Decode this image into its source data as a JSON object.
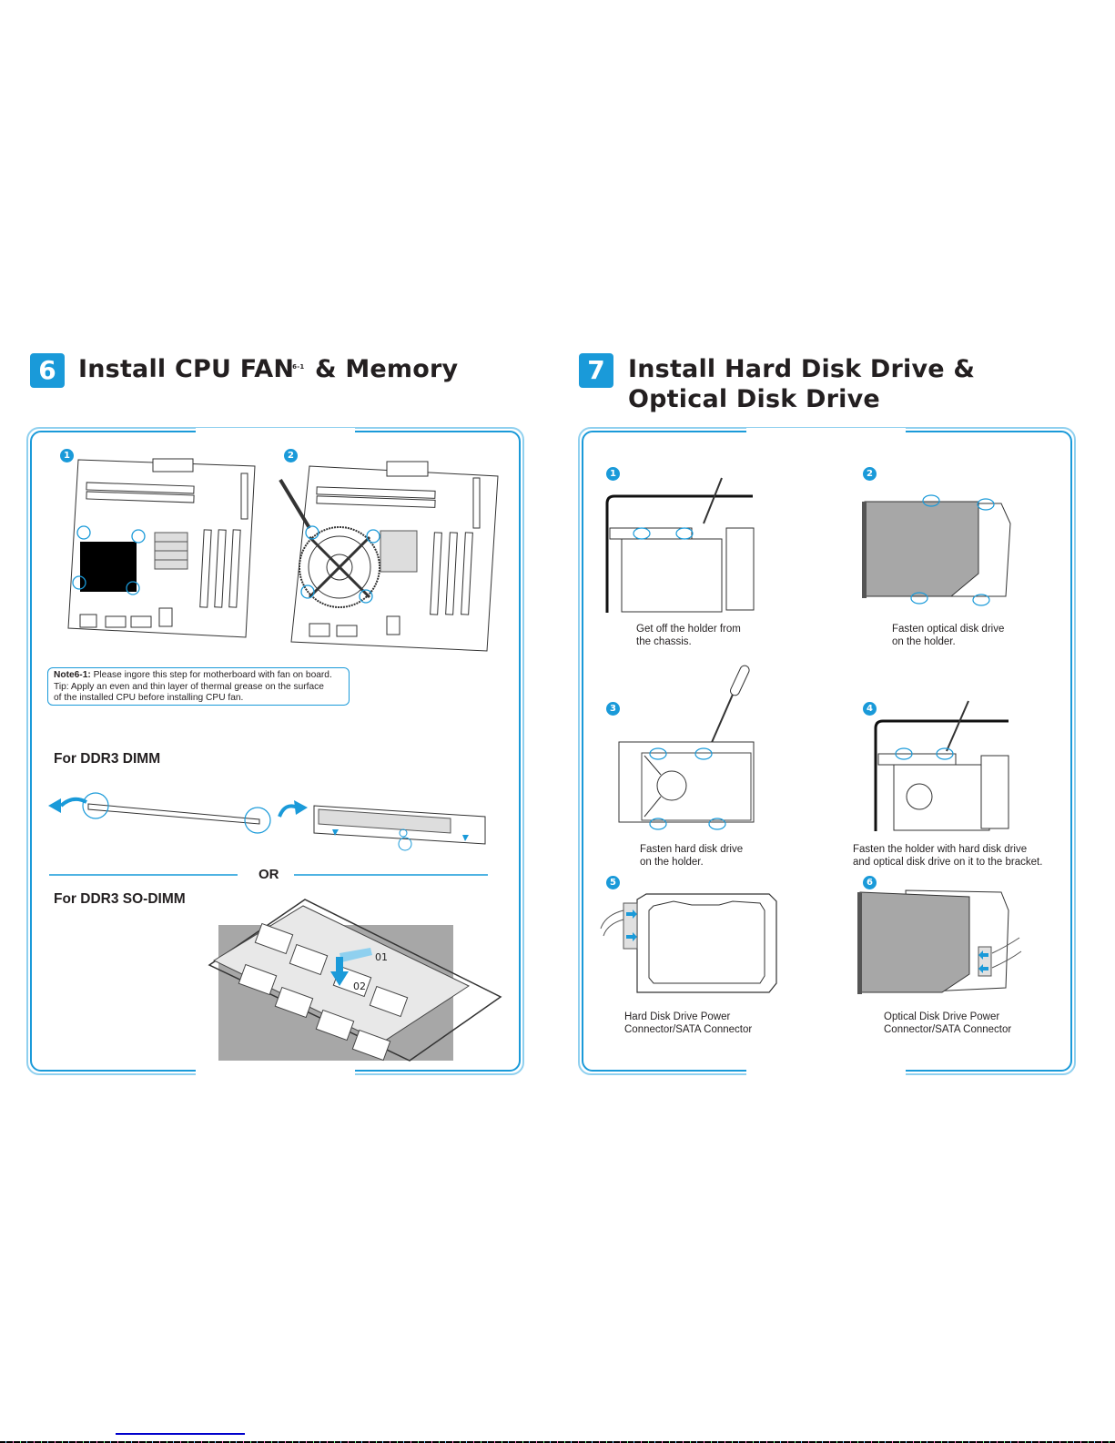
{
  "colors": {
    "accent": "#1a9ad9",
    "accent_light": "#8fd0ef",
    "text": "#231f20",
    "drive_gray": "#a7a7a7"
  },
  "section6": {
    "number": "6",
    "title_part1": "Install CPU FAN",
    "title_superscript": "6-1",
    "title_part2": "& Memory",
    "steps": [
      {
        "number": "1",
        "illustration": "motherboard-with-cpu-screws"
      },
      {
        "number": "2",
        "illustration": "motherboard-with-cpu-fan-installed"
      }
    ],
    "note": {
      "label": "Note6-1:",
      "line1": " Please ingore this step for motherboard with fan on board.",
      "line2": "Tip: Apply an even and thin layer of thermal grease on the surface",
      "line3": "of the installed CPU before installing CPU fan."
    },
    "dimm_heading": "For DDR3 DIMM",
    "or_label": "OR",
    "sodimm_heading": "For DDR3 SO-DIMM",
    "sodimm_labels": {
      "step1": "01",
      "step2": "02"
    }
  },
  "section7": {
    "number": "7",
    "title_line1": "Install Hard Disk Drive &",
    "title_line2": "Optical Disk Drive",
    "steps": [
      {
        "number": "1",
        "caption": "Get off the holder from\nthe chassis."
      },
      {
        "number": "2",
        "caption": "Fasten optical disk drive\non the holder."
      },
      {
        "number": "3",
        "caption": "Fasten hard disk drive\non the holder."
      },
      {
        "number": "4",
        "caption": "Fasten the holder with hard disk drive\nand optical disk drive on it to the bracket."
      },
      {
        "number": "5",
        "caption": "Hard Disk Drive Power\nConnector/SATA Connector"
      },
      {
        "number": "6",
        "caption": "Optical Disk Drive Power\nConnector/SATA Connector"
      }
    ]
  }
}
